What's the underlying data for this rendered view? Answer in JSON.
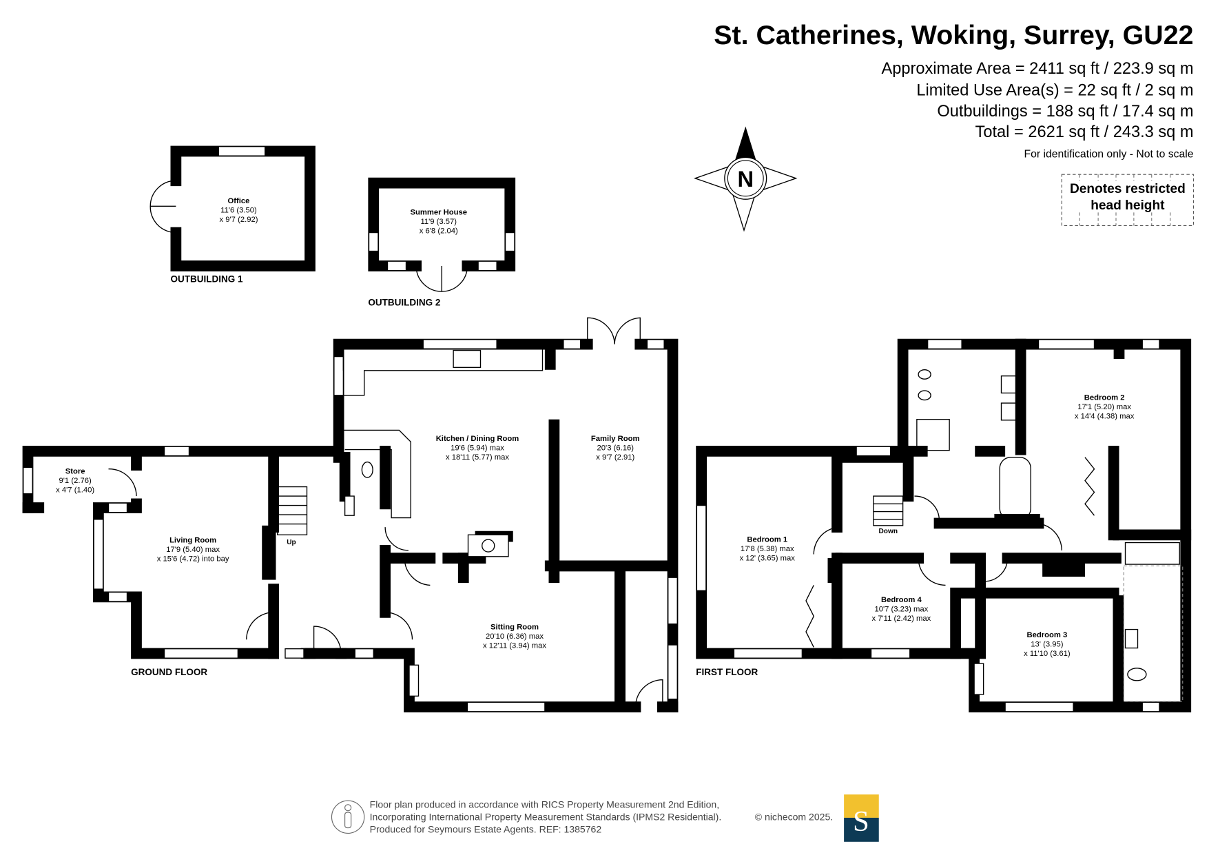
{
  "header": {
    "title": "St. Catherines, Woking, Surrey, GU22",
    "areas": [
      "Approximate Area = 2411 sq ft / 223.9 sq m",
      "Limited Use Area(s) = 22 sq ft / 2 sq m",
      "Outbuildings = 188 sq ft / 17.4 sq m",
      "Total = 2621 sq ft / 243.3 sq m"
    ],
    "disclaimer": "For identification only - Not to scale"
  },
  "legend": {
    "line1": "Denotes restricted",
    "line2": "head height"
  },
  "compass": {
    "label": "N"
  },
  "outbuildings": {
    "office": {
      "name": "Office",
      "dim1": "11'6 (3.50)",
      "dim2": "x 9'7 (2.92)",
      "label": "OUTBUILDING 1"
    },
    "summer": {
      "name": "Summer House",
      "dim1": "11'9 (3.57)",
      "dim2": "x 6'8 (2.04)",
      "label": "OUTBUILDING 2"
    }
  },
  "ground_floor": {
    "label": "GROUND FLOOR",
    "stairs_label": "Up",
    "rooms": {
      "store": {
        "name": "Store",
        "dim1": "9'1 (2.76)",
        "dim2": "x 4'7 (1.40)"
      },
      "living": {
        "name": "Living Room",
        "dim1": "17'9 (5.40) max",
        "dim2": "x 15'6 (4.72) into bay"
      },
      "kitchen": {
        "name": "Kitchen / Dining Room",
        "dim1": "19'6 (5.94) max",
        "dim2": "x 18'11 (5.77) max"
      },
      "family": {
        "name": "Family Room",
        "dim1": "20'3 (6.16)",
        "dim2": "x 9'7 (2.91)"
      },
      "sitting": {
        "name": "Sitting Room",
        "dim1": "20'10 (6.36) max",
        "dim2": "x 12'11 (3.94) max"
      }
    }
  },
  "first_floor": {
    "label": "FIRST FLOOR",
    "stairs_label": "Down",
    "rooms": {
      "bed1": {
        "name": "Bedroom 1",
        "dim1": "17'8 (5.38) max",
        "dim2": "x 12' (3.65) max"
      },
      "bed2": {
        "name": "Bedroom 2",
        "dim1": "17'1 (5.20) max",
        "dim2": "x 14'4 (4.38) max"
      },
      "bed3": {
        "name": "Bedroom 3",
        "dim1": "13' (3.95)",
        "dim2": "x 11'10 (3.61)"
      },
      "bed4": {
        "name": "Bedroom 4",
        "dim1": "10'7 (3.23) max",
        "dim2": "x 7'11 (2.42) max"
      }
    }
  },
  "footer": {
    "lines": [
      "Floor plan produced in accordance with RICS Property Measurement 2nd Edition,",
      "Incorporating International Property Measurement Standards (IPMS2 Residential).",
      "Produced for Seymours Estate Agents.   REF: 1385762"
    ],
    "copyright": "© nichecom 2025.",
    "logo_letter": "S",
    "logo_colors": {
      "top": "#f2c12e",
      "bottom": "#0d3a55"
    }
  }
}
